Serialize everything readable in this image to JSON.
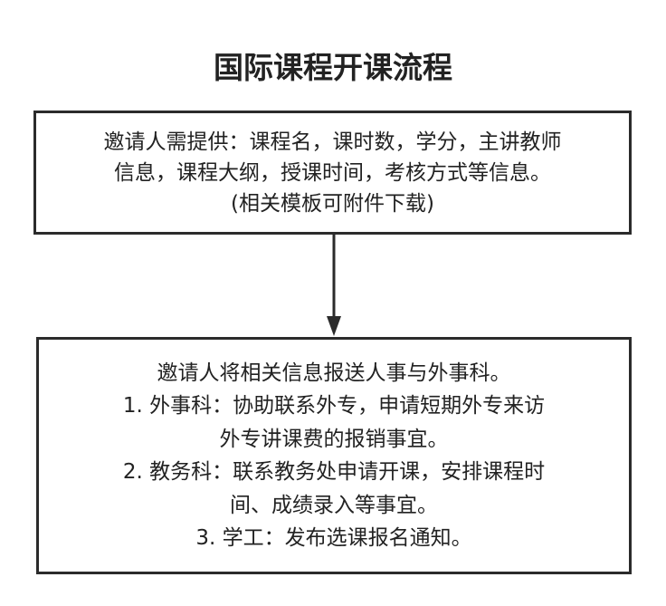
{
  "title": "国际课程开课流程",
  "step1": {
    "lines": [
      "邀请人需提供：课程名，课时数，学分，主讲教师",
      "信息，课程大纲，授课时间，考核方式等信息。",
      "(相关模板可附件下载)"
    ]
  },
  "step2": {
    "lines": [
      "邀请人将相关信息报送人事与外事科。",
      "1. 外事科：协助联系外专，申请短期外专来访",
      "外专讲课费的报销事宜。",
      "2. 教务科：联系教务处申请开课，安排课程时",
      "间、成绩录入等事宜。",
      "3. 学工：发布选课报名通知。"
    ]
  }
}
